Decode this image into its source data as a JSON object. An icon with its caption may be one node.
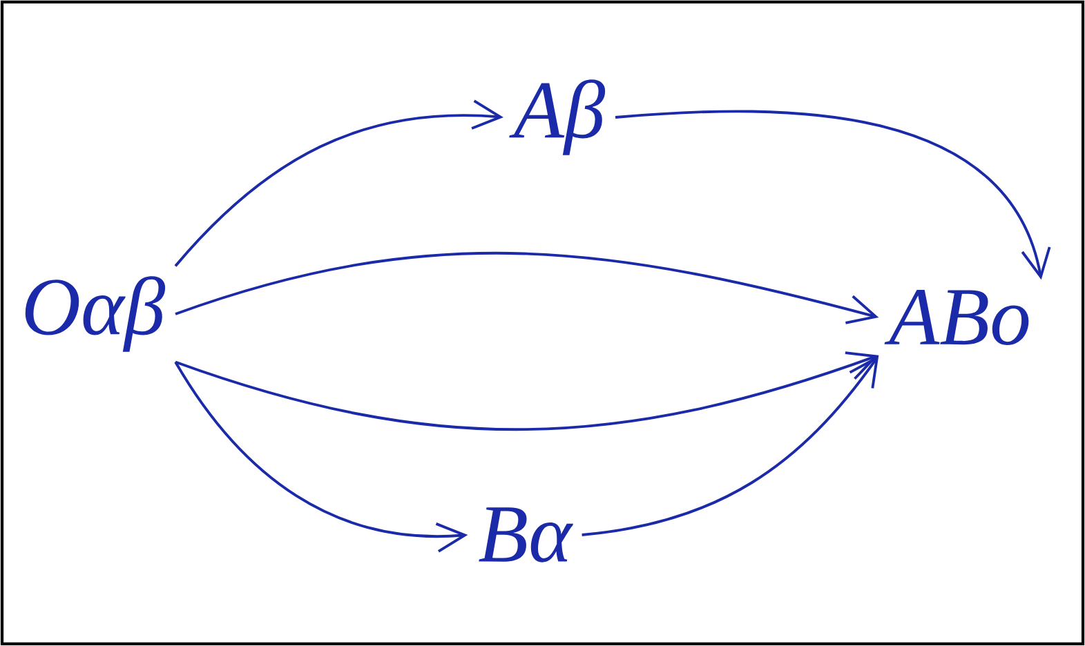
{
  "diagram": {
    "nodes": [
      {
        "text": [
          "Oαβ"
        ]
      },
      {
        "text": [
          "Aβ"
        ]
      },
      {
        "text": [
          "ABo"
        ]
      },
      {
        "text": [
          "Bα"
        ]
      }
    ],
    "edges": [
      {
        "from": 0,
        "to": 1,
        "arrow": "to"
      },
      {
        "from": 1,
        "to": 2,
        "arrow": "to"
      },
      {
        "from": 0,
        "to": 2,
        "arrow": "to"
      },
      {
        "from": 0,
        "to": 2,
        "arrow": "to"
      },
      {
        "from": 0,
        "to": 3,
        "arrow": "to"
      },
      {
        "from": 3,
        "to": 2,
        "arrow": "to"
      }
    ]
  }
}
